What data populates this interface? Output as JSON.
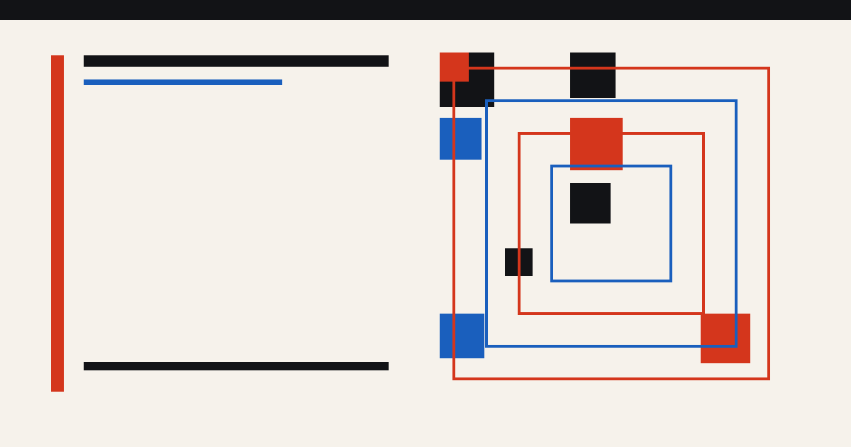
{
  "colors": {
    "background": "#f6f2eb",
    "top_bar": "#121316",
    "black": "#121316",
    "red": "#d4361c",
    "blue": "#1a5fbd"
  },
  "composition": {
    "left_panel": {
      "accent_bar": "red",
      "heading_bar": "black",
      "subheading_bar": "blue",
      "footer_bar": "black"
    },
    "right_panel": {
      "frames": [
        "red",
        "blue",
        "red",
        "blue"
      ],
      "blocks": [
        "black",
        "red",
        "black",
        "blue",
        "red",
        "black",
        "black",
        "blue",
        "red"
      ]
    }
  }
}
